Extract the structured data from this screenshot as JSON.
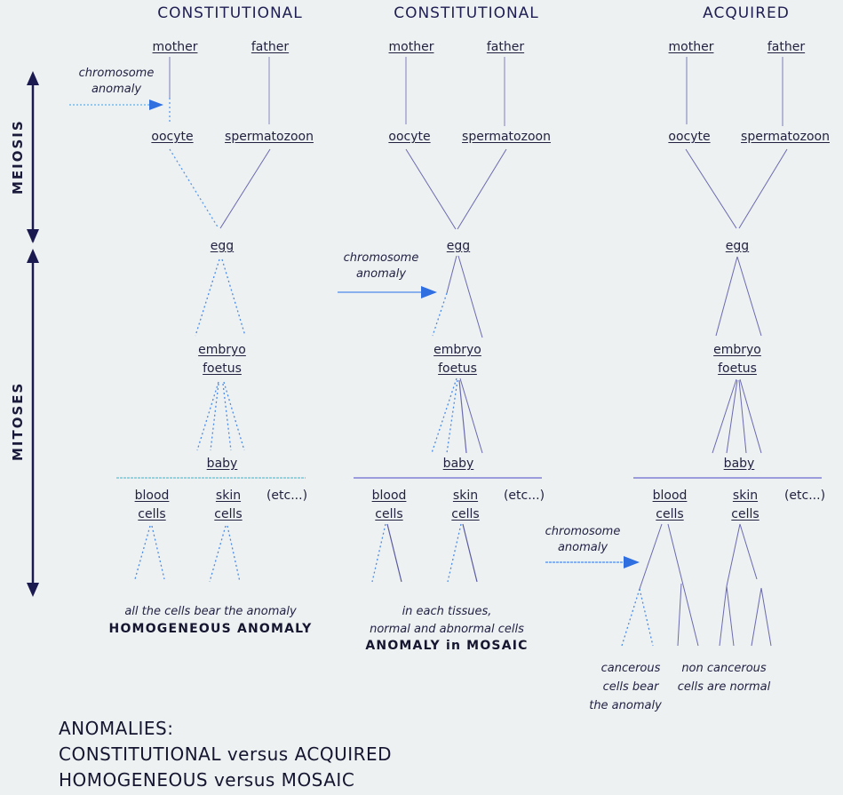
{
  "side_axis": {
    "meiosis_label": "MEIOSIS",
    "mitoses_label": "MITOSES"
  },
  "columns": [
    {
      "title": "CONSTITUTIONAL",
      "mother": "mother",
      "father": "father",
      "oocyte": "oocyte",
      "spermatozoon": "spermatozoon",
      "egg": "egg",
      "embryo": "embryo",
      "foetus": "foetus",
      "baby": "baby",
      "blood_1": "blood",
      "blood_2": "cells",
      "skin_1": "skin",
      "skin_2": "cells",
      "etc": "(etc...)",
      "anomaly_note_1": "chromosome",
      "anomaly_note_2": "anomaly",
      "caption_italic": "all the cells bear the anomaly",
      "caption_caps": "HOMOGENEOUS ANOMALY"
    },
    {
      "title": "CONSTITUTIONAL",
      "mother": "mother",
      "father": "father",
      "oocyte": "oocyte",
      "spermatozoon": "spermatozoon",
      "egg": "egg",
      "embryo": "embryo",
      "foetus": "foetus",
      "baby": "baby",
      "blood_1": "blood",
      "blood_2": "cells",
      "skin_1": "skin",
      "skin_2": "cells",
      "etc": "(etc...)",
      "anomaly_note_1": "chromosome",
      "anomaly_note_2": "anomaly",
      "caption_italic_1": "in each tissues,",
      "caption_italic_2": "normal and abnormal cells",
      "caption_caps": "ANOMALY in MOSAIC"
    },
    {
      "title": "ACQUIRED",
      "mother": "mother",
      "father": "father",
      "oocyte": "oocyte",
      "spermatozoon": "spermatozoon",
      "egg": "egg",
      "embryo": "embryo",
      "foetus": "foetus",
      "baby": "baby",
      "blood_1": "blood",
      "blood_2": "cells",
      "skin_1": "skin",
      "skin_2": "cells",
      "etc": "(etc...)",
      "anomaly_note_1": "chromosome",
      "anomaly_note_2": "anomaly",
      "cancerous_1": "cancerous",
      "cancerous_2": "cells bear",
      "cancerous_3": "the anomaly",
      "noncancerous_1": "non cancerous",
      "noncancerous_2": "cells are normal"
    }
  ],
  "legend": {
    "line1": "ANOMALIES:",
    "line2": "CONSTITUTIONAL versus ACQUIRED",
    "line3": "HOMOGENEOUS versus MOSAIC"
  },
  "colors": {
    "background": "#eef1f2",
    "normal_line": "#6a6ab0",
    "anomaly_line": "#4a8ae8",
    "arrow": "#2f6fe0",
    "axis": "#1a1a50"
  }
}
